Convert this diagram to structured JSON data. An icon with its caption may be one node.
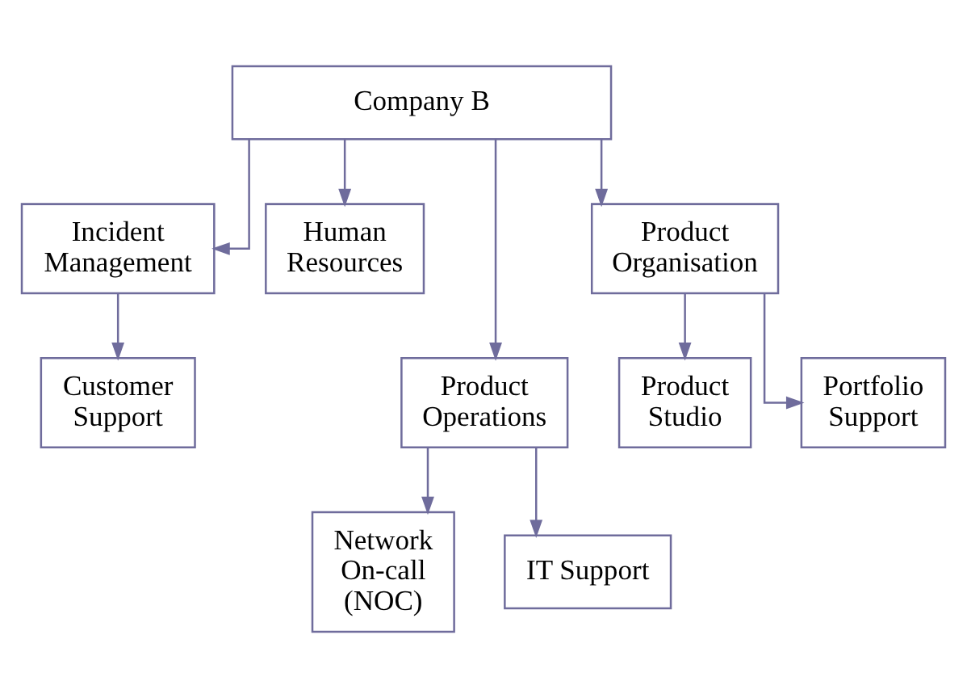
{
  "diagram": {
    "nodes": [
      {
        "text": [
          "Company B"
        ]
      },
      {
        "text": [
          "Incident Management"
        ]
      },
      {
        "text": [
          "Human Resources"
        ]
      },
      {
        "text": [
          "Product Operations"
        ]
      },
      {
        "text": [
          "Product Organisation"
        ]
      },
      {
        "text": [
          "Customer Support"
        ]
      },
      {
        "text": [
          "Network On-call (NOC)"
        ]
      },
      {
        "text": [
          "IT Support"
        ]
      },
      {
        "text": [
          "Product Studio"
        ]
      },
      {
        "text": [
          "Portfolio Support"
        ]
      }
    ],
    "edges": [
      {
        "from": 0,
        "to": 1,
        "arrow": "to"
      },
      {
        "from": 0,
        "to": 2,
        "arrow": "to"
      },
      {
        "from": 0,
        "to": 3,
        "arrow": "to"
      },
      {
        "from": 0,
        "to": 4,
        "arrow": "to"
      },
      {
        "from": 1,
        "to": 5,
        "arrow": "to"
      },
      {
        "from": 3,
        "to": 6,
        "arrow": "to"
      },
      {
        "from": 3,
        "to": 7,
        "arrow": "to"
      },
      {
        "from": 4,
        "to": 8,
        "arrow": "to"
      },
      {
        "from": 4,
        "to": 9,
        "arrow": "to"
      }
    ]
  }
}
